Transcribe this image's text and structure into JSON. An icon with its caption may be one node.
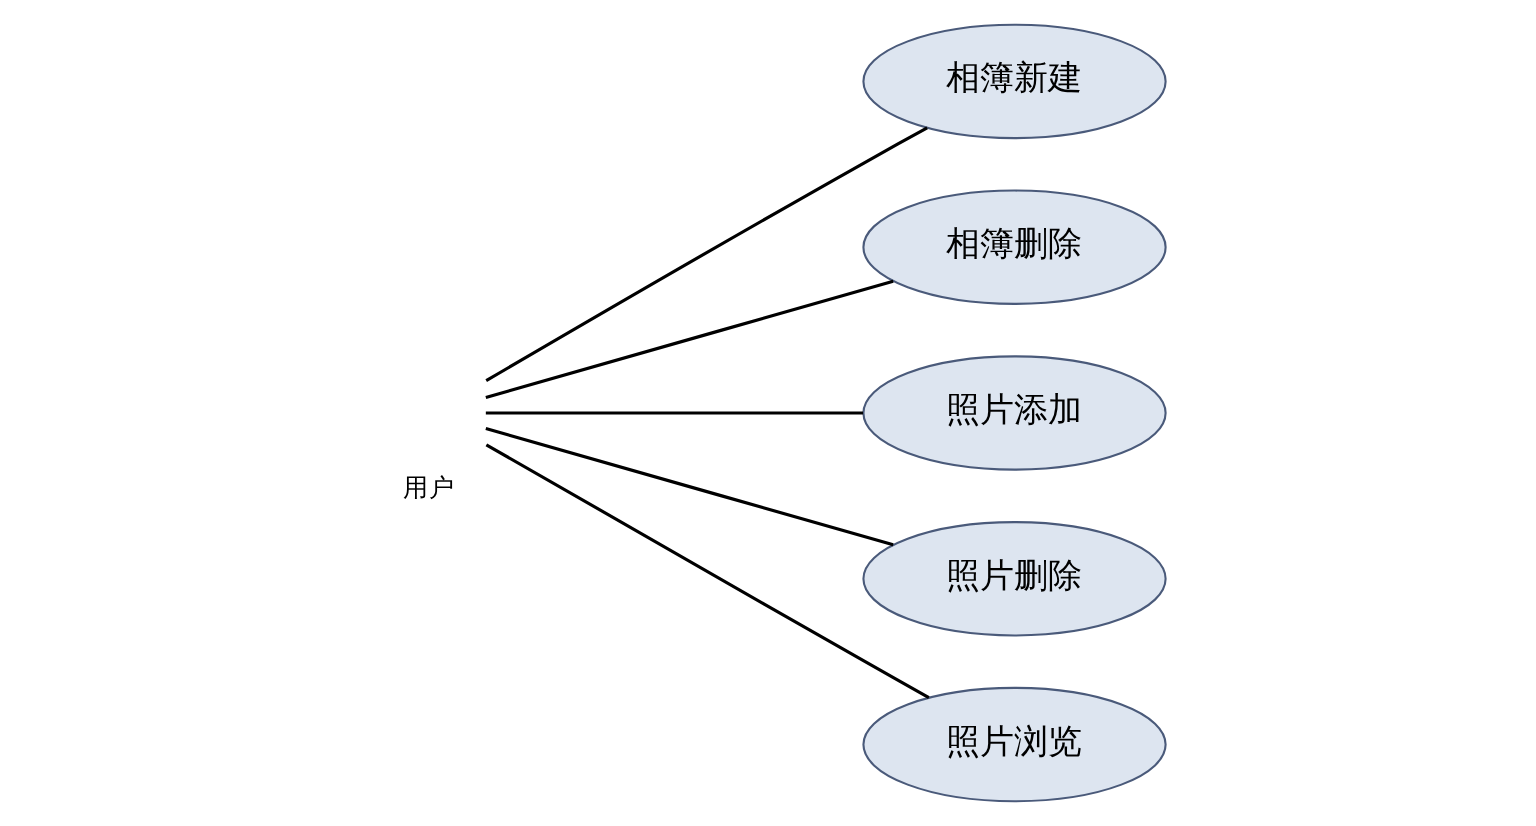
{
  "diagram": {
    "nodes": [
      {
        "text": [
          "用户"
        ]
      },
      {
        "text": [
          "相簿新建"
        ]
      },
      {
        "text": [
          "相簿删除"
        ]
      },
      {
        "text": [
          "照片添加"
        ]
      },
      {
        "text": [
          "照片删除"
        ]
      },
      {
        "text": [
          "照片浏览"
        ]
      }
    ],
    "edges": [
      {
        "from": 0,
        "to": 1,
        "arrow": "none"
      },
      {
        "from": 0,
        "to": 2,
        "arrow": "none"
      },
      {
        "from": 0,
        "to": 3,
        "arrow": "none"
      },
      {
        "from": 0,
        "to": 4,
        "arrow": "none"
      },
      {
        "from": 0,
        "to": 5,
        "arrow": "none"
      }
    ]
  }
}
